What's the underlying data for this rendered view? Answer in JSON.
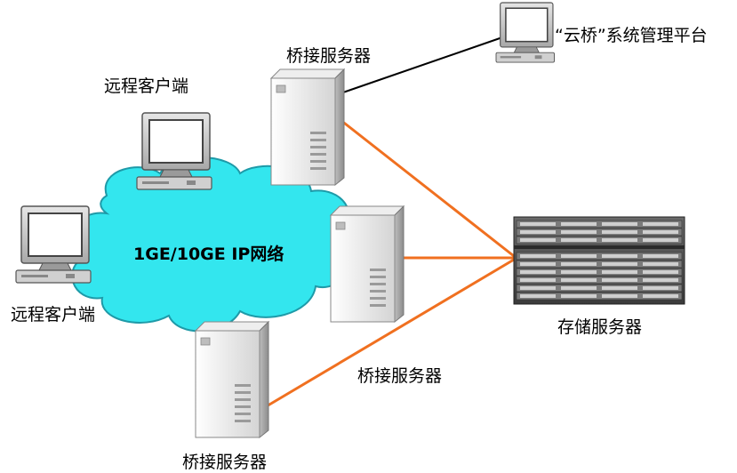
{
  "labels": {
    "remote_client_top": "远程客户端",
    "remote_client_left": "远程客户端",
    "bridge_server_top": "桥接服务器",
    "bridge_server_middle": "桥接服务器",
    "bridge_server_bottom": "桥接服务器",
    "management_platform": "“云桥”系统管理平台",
    "storage_server": "存储服务器",
    "network": "1GE/10GE IP网络"
  },
  "colors": {
    "cloud_fill": "#33e6ee",
    "cloud_stroke": "#1e9aa8",
    "link_line": "#f07020",
    "mgmt_line": "#000000",
    "server_body": "#e8e8e8",
    "monitor_body": "#cfcfcf",
    "storage_rack": "#555555"
  },
  "icons": [
    "desktop-computer-icon",
    "tower-server-icon",
    "storage-rack-icon",
    "cloud-network-icon"
  ]
}
